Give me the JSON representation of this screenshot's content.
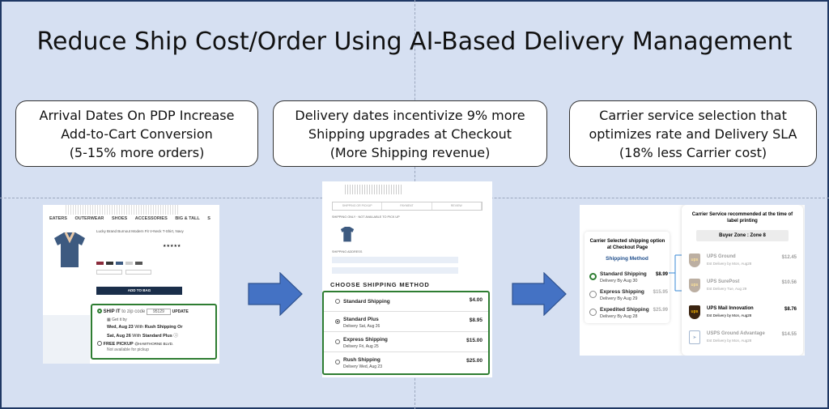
{
  "title": "Reduce Ship Cost/Order Using AI-Based Delivery Management",
  "callouts": [
    {
      "lines": [
        "Arrival Dates On PDP Increase",
        "Add-to-Cart Conversion",
        "(5-15% more orders)"
      ]
    },
    {
      "lines": [
        "Delivery dates incentivize 9% more",
        "Shipping upgrades at Checkout",
        "(More Shipping revenue)"
      ]
    },
    {
      "lines": [
        "Carrier service selection that",
        "optimizes rate and Delivery SLA",
        "(18% less Carrier cost)"
      ]
    }
  ],
  "colors": {
    "accent_green": "#2e7d32",
    "arrow_blue": "#4472c4",
    "navy": "#1a2e4a",
    "ups_brown": "#5a3a1a"
  },
  "pdp": {
    "nav": [
      "EATERS",
      "OUTERWEAR",
      "SHOES",
      "ACCESSORIES",
      "BIG & TALL",
      "S"
    ],
    "product_name": "Lucky Brand Burnout Modern Fit V-Neck T-Shirt, Navy",
    "rating": "★★★★★",
    "add_to_bag": "ADD TO BAG",
    "ship_it": "SHIP IT",
    "zip_prompt": "to zip code",
    "zip_value": "95129",
    "update": "UPDATE",
    "get_it_by": "Get it by",
    "date_line1": "Wed, Aug 23",
    "date_line1_mid": "With",
    "date_line1_bold": "Rush Shipping Or",
    "date_line2": "Sat, Aug 26",
    "date_line2_mid": "With",
    "date_line2_bold": "Standard Plus",
    "free_pickup": "FREE PICKUP",
    "pickup_loc": "@HAWTHORNE BLVD.",
    "not_available": "Not available for pickup"
  },
  "checkout": {
    "tabs": [
      "SHIPPING OR PICKUP",
      "PAYMENT",
      "REVIEW"
    ],
    "shipping_only": "SHIPPING ONLY · NOT AVAILABLE TO PICK UP",
    "shipping_address": "SHIPPING ADDRESS",
    "heading": "CHOOSE SHIPPING METHOD",
    "methods": [
      {
        "name": "Standard Shipping",
        "sub": "",
        "price": "$4.00",
        "selected": false
      },
      {
        "name": "Standard Plus",
        "sub": "Delivery Sat, Aug 26",
        "price": "$8.95",
        "selected": true
      },
      {
        "name": "Express Shipping",
        "sub": "Delivery Fri, Aug 25",
        "price": "$15.00",
        "selected": false
      },
      {
        "name": "Rush Shipping",
        "sub": "Delivery Wed, Aug 23",
        "price": "$25.00",
        "selected": false
      }
    ]
  },
  "carrier": {
    "left_title": "Carrier Selected shipping option at Checkout Page",
    "left_subtitle": "Shipping Method",
    "options": [
      {
        "name": "Standard Shipping",
        "sub": "Delivery By Aug 30",
        "price": "$8.99",
        "selected": true
      },
      {
        "name": "Express Shipping",
        "sub": "Delivery By Aug 29",
        "price": "$15.95",
        "selected": false
      },
      {
        "name": "Expedited Shipping",
        "sub": "Delivery By Aug 28",
        "price": "$25.99",
        "selected": false
      }
    ],
    "right_title": "Carrier Service recommended at the time of label printing",
    "zone": "Buyer Zone : Zone 8",
    "services": [
      {
        "name": "UPS Ground",
        "sub": "Est Delivery by Mon, Aug28",
        "price": "$12.45",
        "highlight": false
      },
      {
        "name": "UPS SurePost",
        "sub": "Est Delivery Tue, Aug 29",
        "price": "$10.56",
        "highlight": false
      },
      {
        "name": "UPS Mail Innovation",
        "sub": "Est Delivery by Mon, Aug28",
        "price": "$8.76",
        "highlight": true
      },
      {
        "name": "USPS Ground Advantage",
        "sub": "Est Delivery by Mon, Aug28",
        "price": "$14.55",
        "highlight": false
      }
    ]
  }
}
